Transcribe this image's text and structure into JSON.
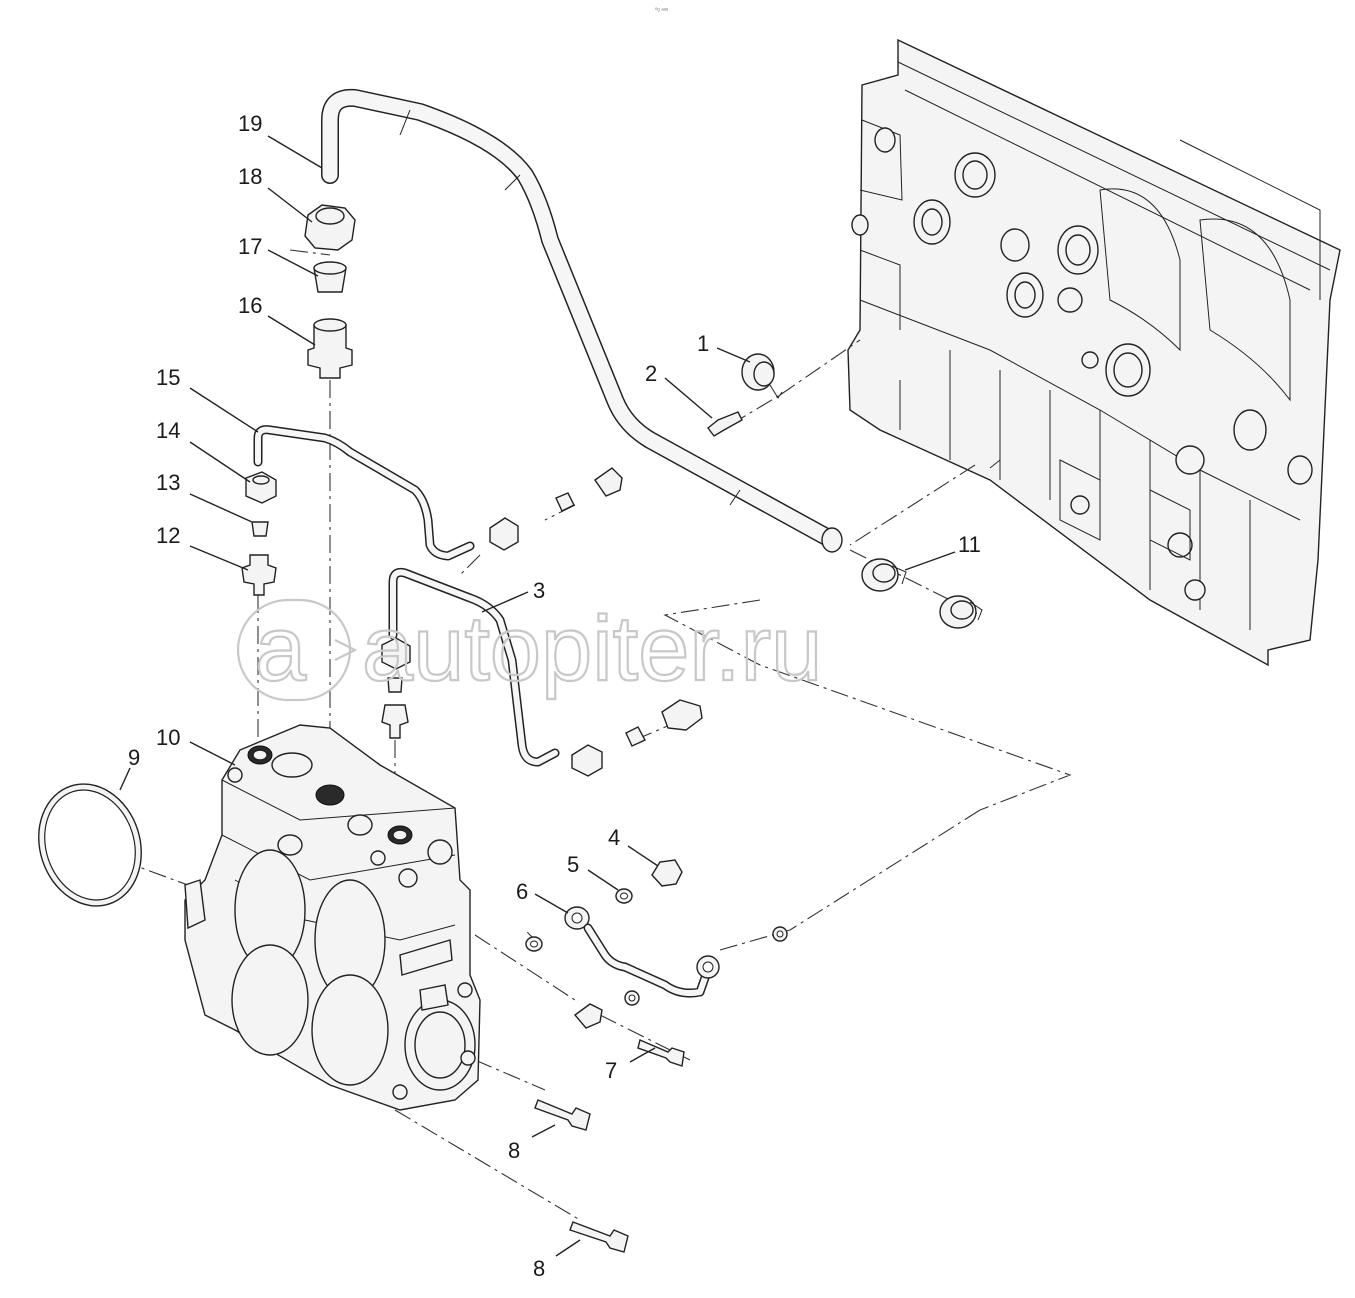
{
  "header": {
    "corner_mark": "⁰ᵍ ᵃᵃᵃ"
  },
  "watermark": {
    "text": "autopiter.ru",
    "logo_glyph": "a"
  },
  "callouts": [
    {
      "id": "1",
      "text": "1"
    },
    {
      "id": "2",
      "text": "2"
    },
    {
      "id": "3",
      "text": "3"
    },
    {
      "id": "4",
      "text": "4"
    },
    {
      "id": "5",
      "text": "5"
    },
    {
      "id": "6",
      "text": "6"
    },
    {
      "id": "7",
      "text": "7"
    },
    {
      "id": "8a",
      "text": "8"
    },
    {
      "id": "8b",
      "text": "8"
    },
    {
      "id": "9",
      "text": "9"
    },
    {
      "id": "10",
      "text": "10"
    },
    {
      "id": "11",
      "text": "11"
    },
    {
      "id": "12",
      "text": "12"
    },
    {
      "id": "13",
      "text": "13"
    },
    {
      "id": "14",
      "text": "14"
    },
    {
      "id": "15",
      "text": "15"
    },
    {
      "id": "16",
      "text": "16"
    },
    {
      "id": "17",
      "text": "17"
    },
    {
      "id": "18",
      "text": "18"
    },
    {
      "id": "19",
      "text": "19"
    }
  ],
  "colors": {
    "line": "#222222",
    "background": "#ffffff",
    "watermark": "#c8c8c8"
  }
}
